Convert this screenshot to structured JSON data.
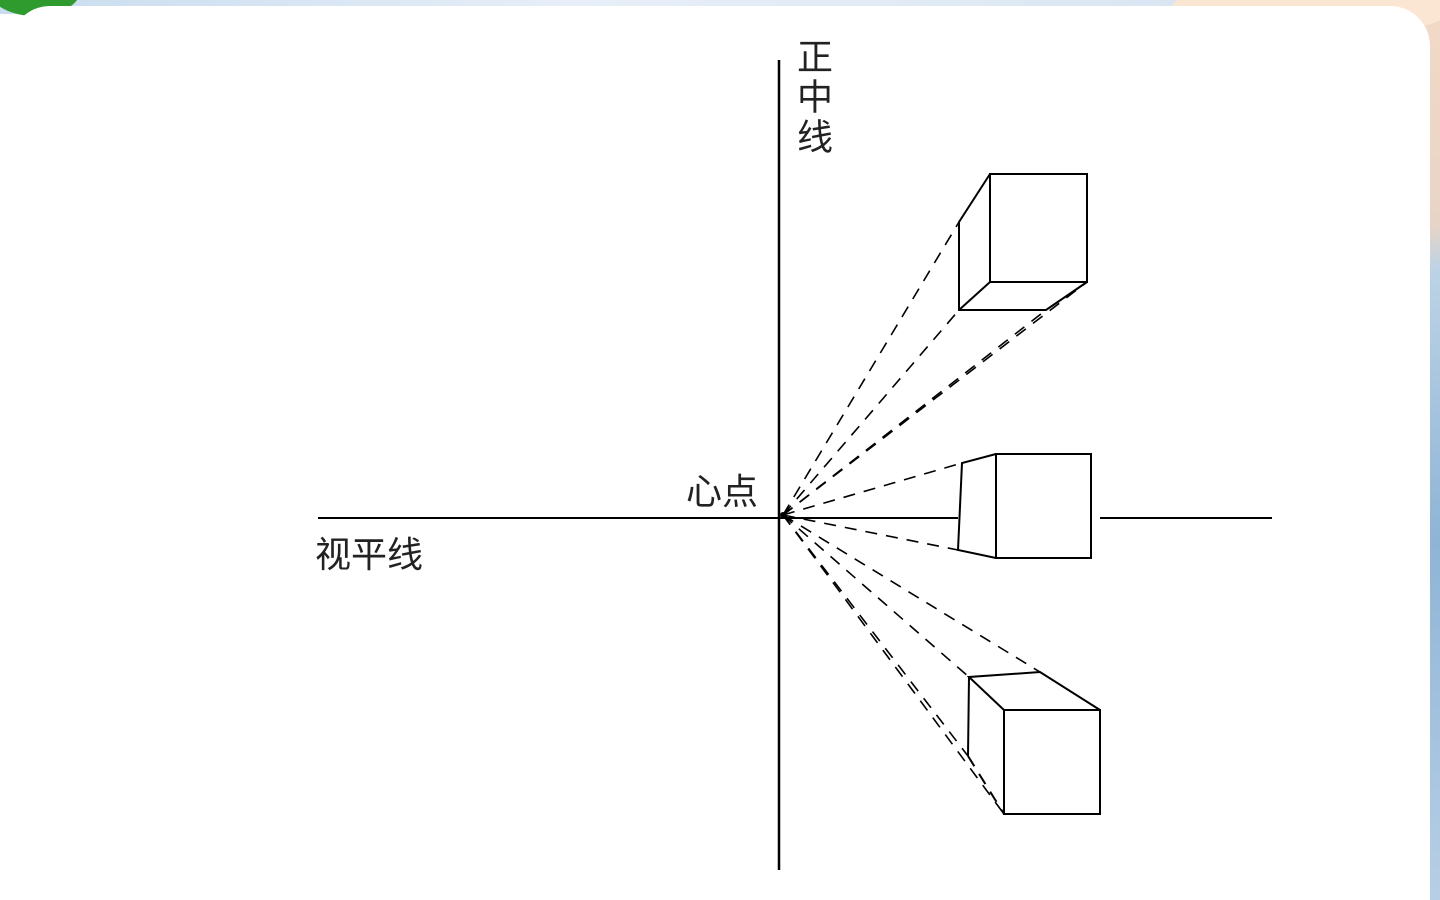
{
  "labels": {
    "vertical_axis": "正中线",
    "horizontal_axis": "视平线",
    "center_point": "心点"
  },
  "colors": {
    "line": "#000000",
    "background": "#ffffff"
  }
}
